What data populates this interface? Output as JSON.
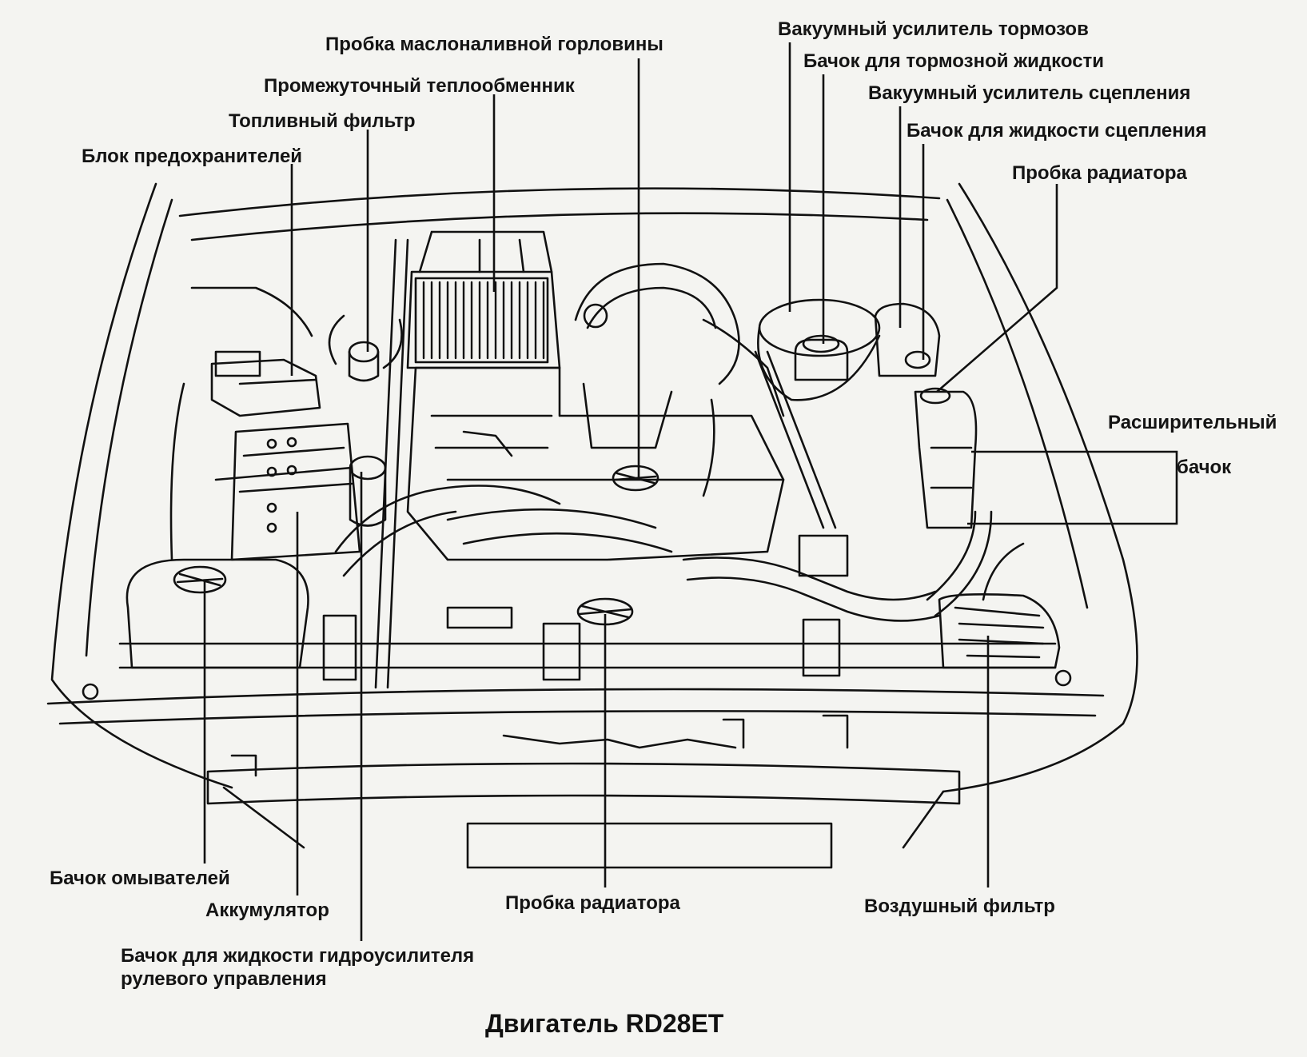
{
  "caption": "Двигатель RD28ET",
  "colors": {
    "ink": "#111111",
    "paper": "#f4f4f1"
  },
  "labels": {
    "oil_filler_cap": "Пробка маслоналивной горловины",
    "intercooler": "Промежуточный теплообменник",
    "fuel_filter": "Топливный фильтр",
    "fuse_box": "Блок предохранителей",
    "brake_booster": "Вакуумный усилитель тормозов",
    "brake_fluid_reservoir": "Бачок для тормозной жидкости",
    "clutch_booster": "Вакуумный усилитель сцепления",
    "clutch_fluid_reservoir": "Бачок для жидкости сцепления",
    "radiator_cap_right": "Пробка радиатора",
    "expansion_tank_line1": "Расширительный",
    "expansion_tank_line2": "бачок",
    "washer_reservoir": "Бачок омывателей",
    "battery": "Аккумулятор",
    "radiator_cap_bottom": "Пробка радиатора",
    "air_filter": "Воздушный фильтр",
    "power_steering_line1": "Бачок для жидкости гидроусилителя",
    "power_steering_line2": "рулевого управления"
  }
}
